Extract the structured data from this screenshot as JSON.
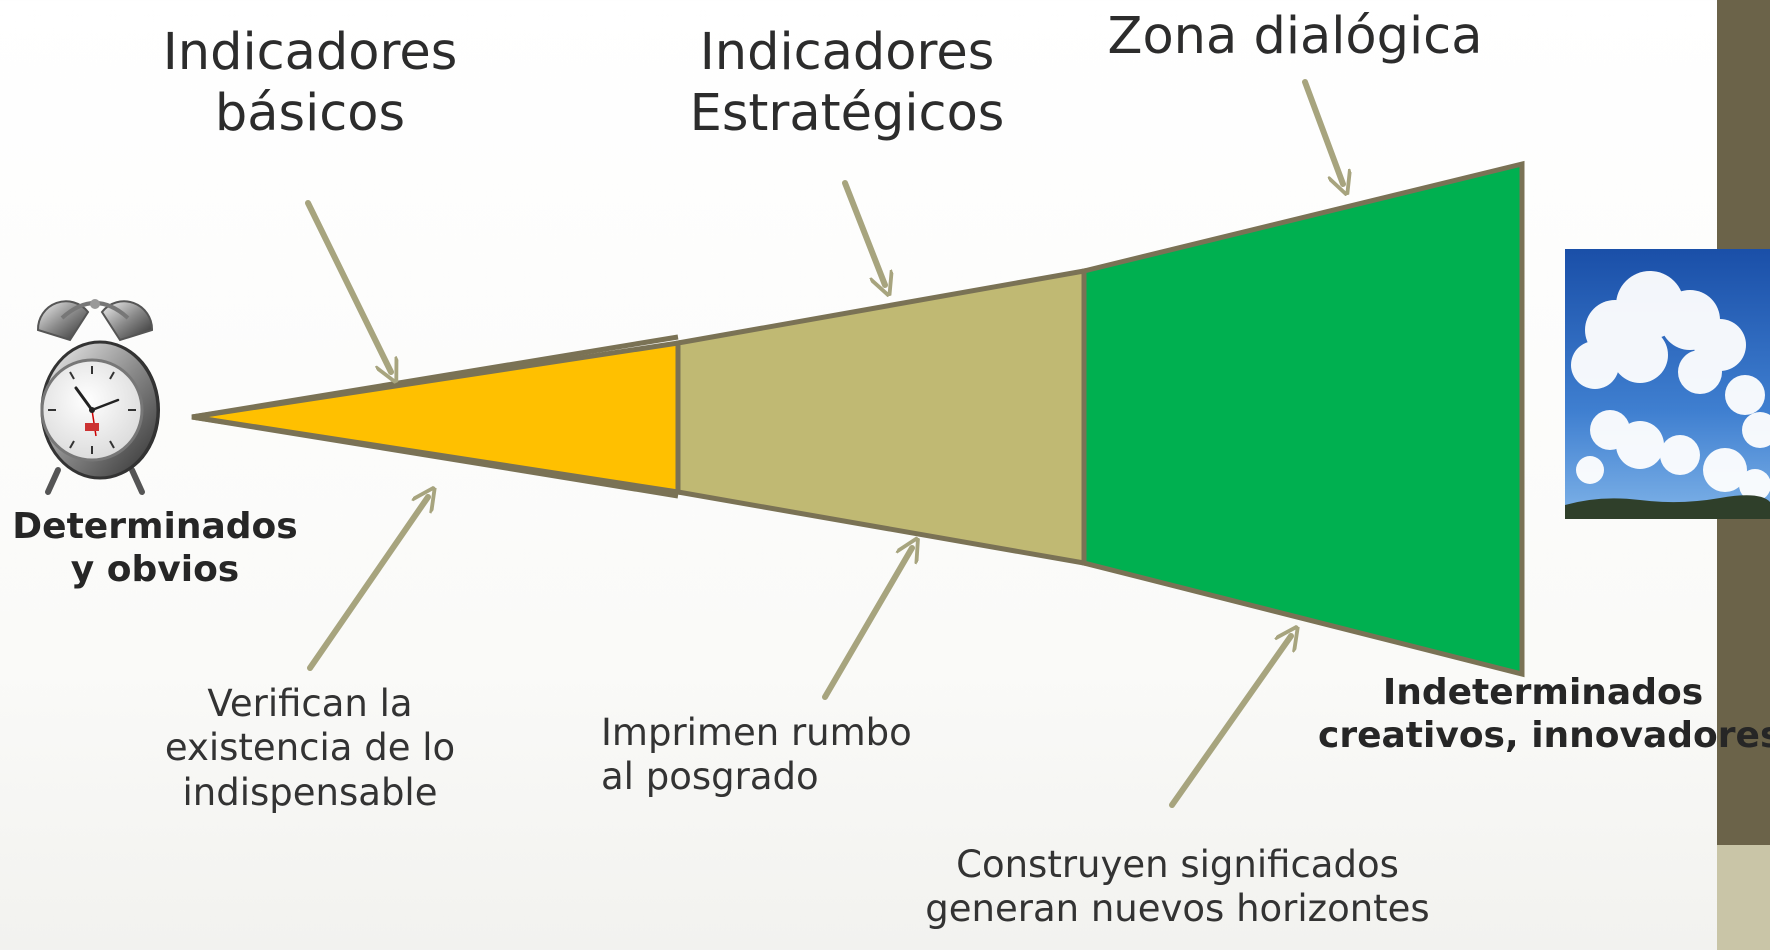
{
  "headings": {
    "basic": [
      "Indicadores",
      "básicos"
    ],
    "strategic": [
      "Indicadores",
      "Estratégicos"
    ],
    "dialogic": "Zona dialógica"
  },
  "ends": {
    "left": [
      "Determinados",
      "y obvios"
    ],
    "right": [
      "Indeterminados",
      "creativos, innovadores"
    ]
  },
  "captions": {
    "verify": [
      "Verifican la",
      "existencia de lo",
      "indispensable"
    ],
    "direction": [
      "Imprimen rumbo",
      "al posgrado"
    ],
    "horizons": [
      "Construyen significados",
      "generan nuevos horizontes"
    ]
  },
  "images": {
    "left": "alarm-clock-icon",
    "right": "clouds-sky-photo"
  },
  "colors": {
    "segment_basic": "#ffc000",
    "segment_strategic": "#c0b973",
    "segment_dialogic": "#00b050",
    "outline": "#7a7255",
    "arrow": "#a7a47e",
    "side_band_dark": "#6b6349",
    "side_band_light": "#c9c5a7"
  }
}
